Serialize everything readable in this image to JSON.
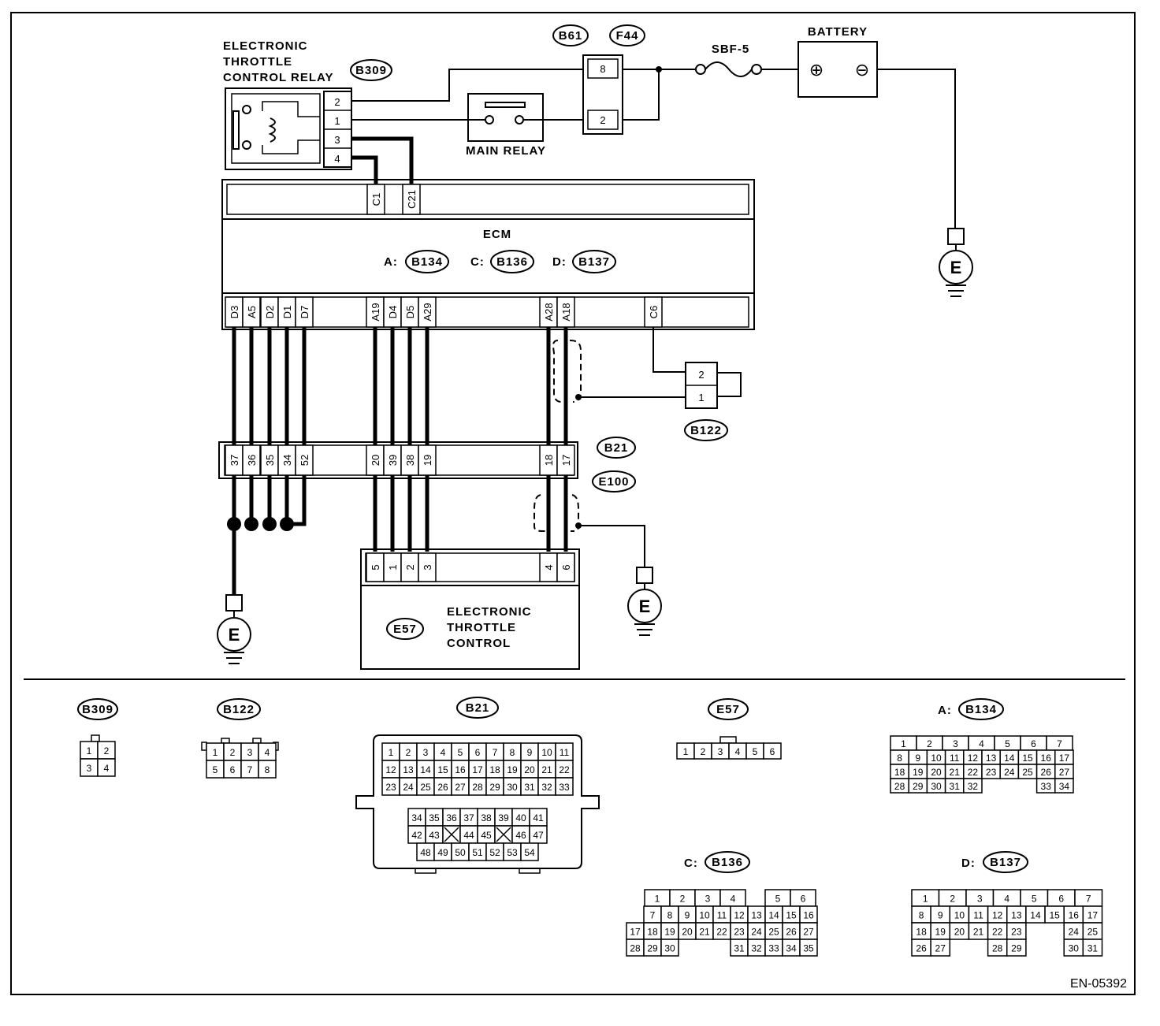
{
  "components": {
    "relay_title": [
      "ELECTRONIC",
      "THROTTLE",
      "CONTROL RELAY"
    ],
    "relay_connector": "B309",
    "relay_pins": [
      "2",
      "1",
      "3",
      "4"
    ],
    "fuse_connectors": [
      "B61",
      "F44"
    ],
    "fuse_pins": [
      "8",
      "2"
    ],
    "fuse_label": "SBF-5",
    "battery_label": "BATTERY",
    "battery_pos": "⊕",
    "battery_neg": "⊖",
    "main_relay_label": "MAIN RELAY",
    "ecm_label": "ECM",
    "ecm_conn_prefix": [
      "A:",
      "C:",
      "D:"
    ],
    "ecm_conn_tags": [
      "B134",
      "B136",
      "B137"
    ],
    "ecm_top_pins": [
      "C1",
      "C21"
    ],
    "ecm_bottom_pins": [
      "D3",
      "A5",
      "D2",
      "D1",
      "D7",
      "A19",
      "D4",
      "D5",
      "A29",
      "A28",
      "A18",
      "C6"
    ],
    "b122_tag": "B122",
    "b122_pins": [
      "2",
      "1"
    ],
    "joint_tags": [
      "B21",
      "E100"
    ],
    "joint_pins": [
      "37",
      "36",
      "35",
      "34",
      "52",
      "20",
      "39",
      "38",
      "19",
      "18",
      "17"
    ],
    "throttle_title": [
      "ELECTRONIC",
      "THROTTLE",
      "CONTROL"
    ],
    "throttle_tag": "E57",
    "throttle_pins": [
      "5",
      "1",
      "2",
      "3",
      "4",
      "6"
    ],
    "ground_label": "E",
    "figure_code": "EN-05392"
  },
  "connectors": {
    "b309": {
      "tag": "B309",
      "rows": [
        [
          "1",
          "2"
        ],
        [
          "3",
          "4"
        ]
      ]
    },
    "b122": {
      "tag": "B122",
      "rows": [
        [
          "1",
          "2",
          "3",
          "4"
        ],
        [
          "5",
          "6",
          "7",
          "8"
        ]
      ]
    },
    "b21": {
      "tag": "B21",
      "upper": [
        [
          "1",
          "2",
          "3",
          "4",
          "5",
          "6",
          "7",
          "8",
          "9",
          "10",
          "11"
        ],
        [
          "12",
          "13",
          "14",
          "15",
          "16",
          "17",
          "18",
          "19",
          "20",
          "21",
          "22"
        ],
        [
          "23",
          "24",
          "25",
          "26",
          "27",
          "28",
          "29",
          "30",
          "31",
          "32",
          "33"
        ]
      ],
      "lower": [
        [
          "34",
          "35",
          "36",
          "37",
          "38",
          "39",
          "40",
          "41"
        ],
        [
          "42",
          "43",
          "X",
          "44",
          "45",
          "X",
          "46",
          "47"
        ],
        [
          "48",
          "49",
          "50",
          "51",
          "52",
          "53",
          "54"
        ]
      ]
    },
    "e57": {
      "tag": "E57",
      "rows": [
        [
          "1",
          "2",
          "3",
          "4",
          "5",
          "6"
        ]
      ]
    },
    "b134": {
      "prefix": "A:",
      "tag": "B134",
      "rows": [
        [
          "1",
          "2",
          "3",
          "4",
          "5",
          "6",
          "7"
        ],
        [
          "8",
          "9",
          "10",
          "11",
          "12",
          "13",
          "14",
          "15",
          "16",
          "17"
        ],
        [
          "18",
          "19",
          "20",
          "21",
          "22",
          "23",
          "24",
          "25",
          "26",
          "27"
        ],
        [
          "28",
          "29",
          "30",
          "31",
          "32",
          "",
          "",
          "",
          "33",
          "34"
        ]
      ]
    },
    "b136": {
      "prefix": "C:",
      "tag": "B136",
      "rows": [
        [
          "",
          "1",
          "2",
          "3",
          "4",
          "",
          "5",
          "6"
        ],
        [
          "",
          "7",
          "8",
          "9",
          "10",
          "11",
          "12",
          "13",
          "14",
          "15",
          "16"
        ],
        [
          "17",
          "18",
          "19",
          "20",
          "21",
          "22",
          "23",
          "24",
          "25",
          "26",
          "27"
        ],
        [
          "28",
          "29",
          "30",
          "",
          "",
          "",
          "31",
          "32",
          "33",
          "34",
          "35"
        ]
      ]
    },
    "b137": {
      "prefix": "D:",
      "tag": "B137",
      "rows": [
        [
          "1",
          "2",
          "3",
          "4",
          "5",
          "6",
          "7"
        ],
        [
          "8",
          "9",
          "10",
          "11",
          "12",
          "13",
          "14",
          "15",
          "16",
          "17"
        ],
        [
          "18",
          "19",
          "20",
          "21",
          "22",
          "23",
          "24",
          "25"
        ],
        [
          "26",
          "27",
          "28",
          "29",
          "30",
          "31"
        ]
      ]
    }
  }
}
